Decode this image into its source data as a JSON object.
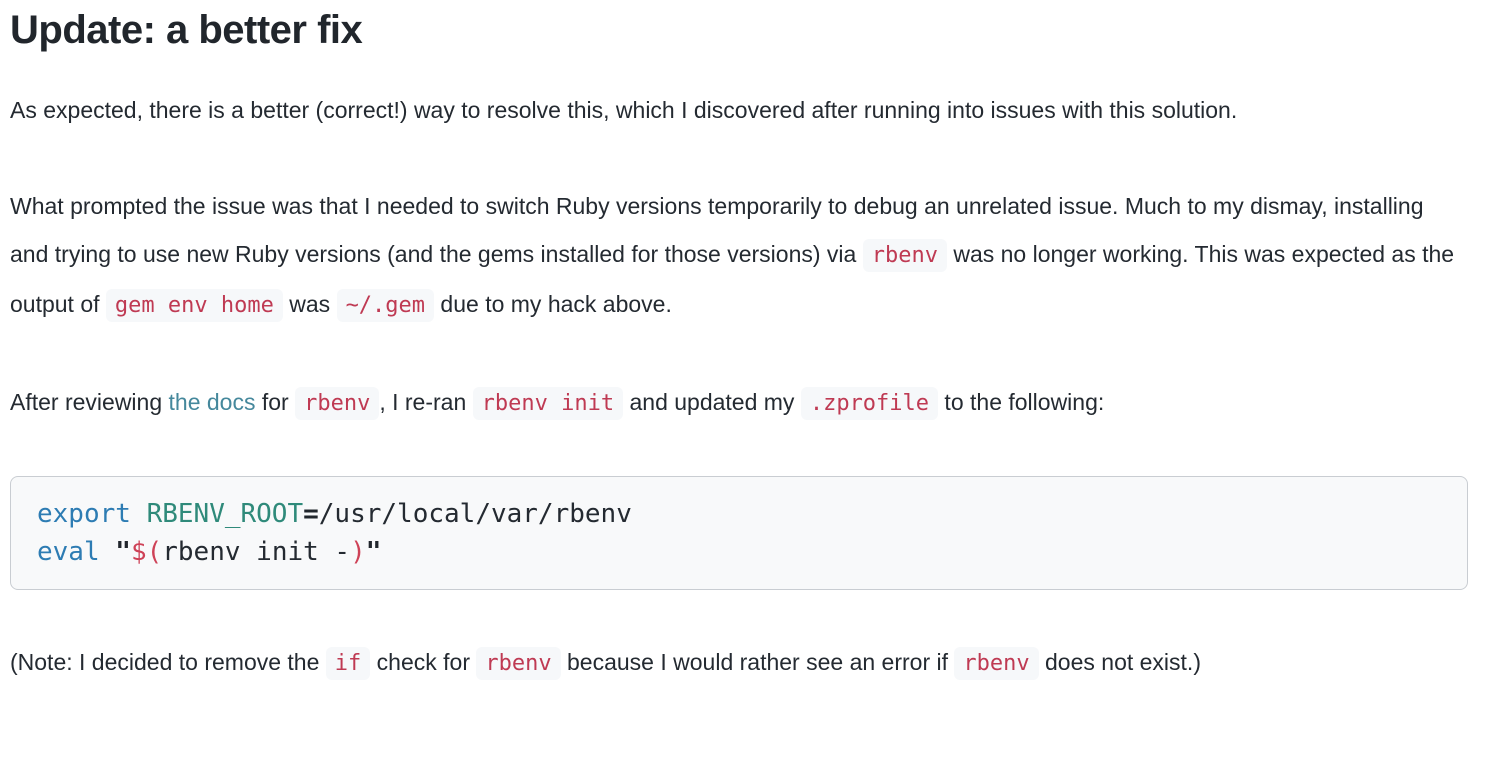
{
  "colors": {
    "body_text": "#242a31",
    "heading_text": "#21262c",
    "link": "#45889c",
    "inline_code_text": "#bf3a53",
    "inline_code_bg": "#f6f8fa",
    "code_block_bg": "#f8f9fa",
    "code_block_border": "#c9cdd2",
    "code_keyword": "#2d7cb3",
    "code_variable": "#2f8a7a",
    "code_op": "#21262c",
    "code_subshell": "#ce4257",
    "code_plain": "#242a31"
  },
  "article": {
    "heading": "Update: a better fix",
    "flow": [
      {
        "type": "paragraph",
        "name": "intro",
        "segments": [
          {
            "type": "text",
            "text": "As expected, there is a better (correct!) way to resolve this, which I discovered after running into issues with this solution."
          }
        ]
      },
      {
        "type": "paragraph",
        "name": "context",
        "segments": [
          {
            "type": "text",
            "text": "What prompted the issue was that I needed to switch Ruby versions temporarily to debug an unrelated issue. Much to my dismay, installing and trying to use new Ruby versions (and the gems installed for those versions) via "
          },
          {
            "type": "code",
            "text": "rbenv"
          },
          {
            "type": "text",
            "text": " was no longer working. This was expected as the output of "
          },
          {
            "type": "code",
            "text": "gem env home"
          },
          {
            "type": "text",
            "text": " was "
          },
          {
            "type": "code",
            "text": "~/.gem"
          },
          {
            "type": "text",
            "text": " due to my hack above."
          }
        ]
      },
      {
        "type": "paragraph",
        "name": "fix-intro",
        "segments": [
          {
            "type": "text",
            "text": "After reviewing "
          },
          {
            "type": "link",
            "name": "link-the-docs",
            "text": "the docs"
          },
          {
            "type": "text",
            "text": " for "
          },
          {
            "type": "code",
            "text": "rbenv"
          },
          {
            "type": "text",
            "text": ", I re-ran "
          },
          {
            "type": "code",
            "text": "rbenv init"
          },
          {
            "type": "text",
            "text": " and updated my "
          },
          {
            "type": "code",
            "text": ".zprofile"
          },
          {
            "type": "text",
            "text": " to the following:"
          }
        ]
      },
      {
        "type": "code_block",
        "name": "zprofile-snippet",
        "lines": [
          [
            {
              "type": "keyword",
              "text": "export"
            },
            {
              "type": "plain",
              "text": " "
            },
            {
              "type": "variable",
              "text": "RBENV_ROOT"
            },
            {
              "type": "op",
              "text": "="
            },
            {
              "type": "plain",
              "text": "/usr/local/var/rbenv"
            }
          ],
          [
            {
              "type": "keyword",
              "text": "eval"
            },
            {
              "type": "plain",
              "text": " "
            },
            {
              "type": "quote",
              "text": "\""
            },
            {
              "type": "subshell",
              "text": "$("
            },
            {
              "type": "plain",
              "text": "rbenv init -"
            },
            {
              "type": "subshell",
              "text": ")"
            },
            {
              "type": "quote",
              "text": "\""
            }
          ]
        ]
      },
      {
        "type": "paragraph",
        "name": "note",
        "segments": [
          {
            "type": "text",
            "text": "(Note: I decided to remove the "
          },
          {
            "type": "code",
            "text": "if"
          },
          {
            "type": "text",
            "text": " check for "
          },
          {
            "type": "code",
            "text": "rbenv"
          },
          {
            "type": "text",
            "text": " because I would rather see an error if "
          },
          {
            "type": "code",
            "text": "rbenv"
          },
          {
            "type": "text",
            "text": " does not exist.)"
          }
        ]
      }
    ]
  }
}
